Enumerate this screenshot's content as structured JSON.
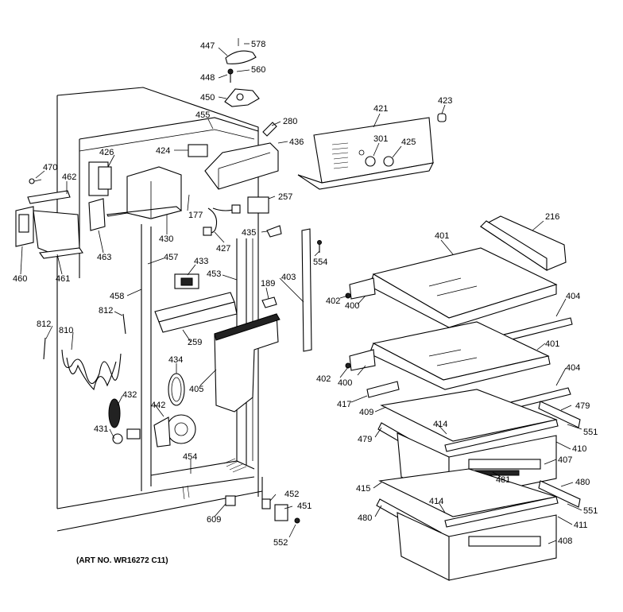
{
  "art_number": "(ART NO. WR16272 C11)",
  "callouts": [
    "447",
    "578",
    "448",
    "560",
    "450",
    "455",
    "280",
    "421",
    "423",
    "426",
    "424",
    "436",
    "301",
    "425",
    "470",
    "462",
    "430",
    "177",
    "257",
    "216",
    "460",
    "461",
    "463",
    "427",
    "435",
    "554",
    "401",
    "457",
    "433",
    "453",
    "189",
    "403",
    "402",
    "400",
    "404",
    "458",
    "812",
    "259",
    "810",
    "434",
    "405",
    "417",
    "409",
    "414",
    "479",
    "551",
    "442",
    "432",
    "431",
    "410",
    "407",
    "481",
    "454",
    "415",
    "480",
    "609",
    "452",
    "451",
    "552",
    "408",
    "411"
  ]
}
